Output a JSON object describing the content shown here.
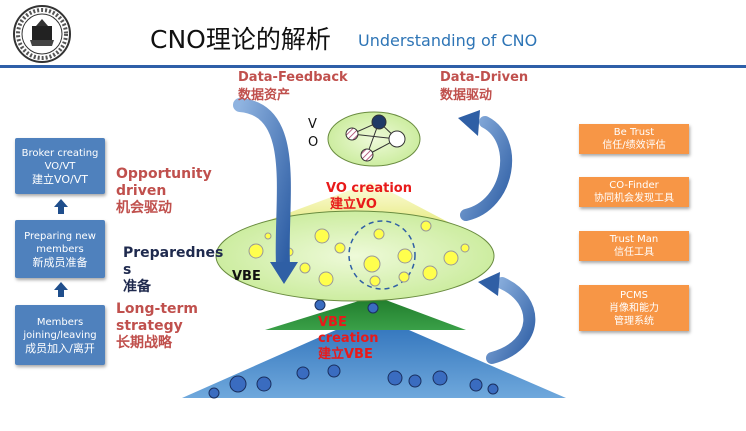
{
  "header": {
    "title_cn": "CNO理论的解析",
    "title_en": "Understanding of CNO"
  },
  "labels": {
    "data_feedback_en": "Data-Feedback",
    "data_feedback_cn": "数据资产",
    "data_driven_en": "Data-Driven",
    "data_driven_cn": "数据驱动",
    "vo_v": "V",
    "vo_o": "O",
    "vo_creation_en": "VO creation",
    "vo_creation_cn": "建立VO",
    "opportunity_line1": "Opportunity",
    "opportunity_line2": "driven",
    "opportunity_cn": "机会驱动",
    "prepared_line1": "Preparednes",
    "prepared_line2": "s",
    "prepared_cn": "准备",
    "vbe": "VBE",
    "longterm_line1": "Long-term",
    "longterm_line2": "strategy",
    "longterm_cn": "长期战略",
    "vbe_creation_line1": "VBE",
    "vbe_creation_line2": "creation",
    "vbe_creation_cn": "建立VBE"
  },
  "steps": [
    {
      "en1": "Broker creating",
      "en2": "VO/VT",
      "cn": "建立VO/VT"
    },
    {
      "en1": "Preparing new",
      "en2": "members",
      "cn": "新成员准备"
    },
    {
      "en1": "Members",
      "en2": "joining/leaving",
      "cn": "成员加入/离开"
    }
  ],
  "tools": [
    {
      "en": "Be Trust",
      "cn": "信任/绩效评估"
    },
    {
      "en": "CO-Finder",
      "cn": "协同机会发现工具"
    },
    {
      "en": "Trust Man",
      "cn": "信任工具"
    },
    {
      "en": "PCMS",
      "cn": "肖像和能力",
      "cn2": "管理系统"
    }
  ],
  "colors": {
    "accent_blue": "#2e75b6",
    "step_box": "#4f81bd",
    "tool_box": "#f79646",
    "label_red": "#c0504d",
    "creation_red": "#e81a1a",
    "ellipse_green": "#d7f0b0",
    "circle_yellow": "#ffff4d"
  }
}
